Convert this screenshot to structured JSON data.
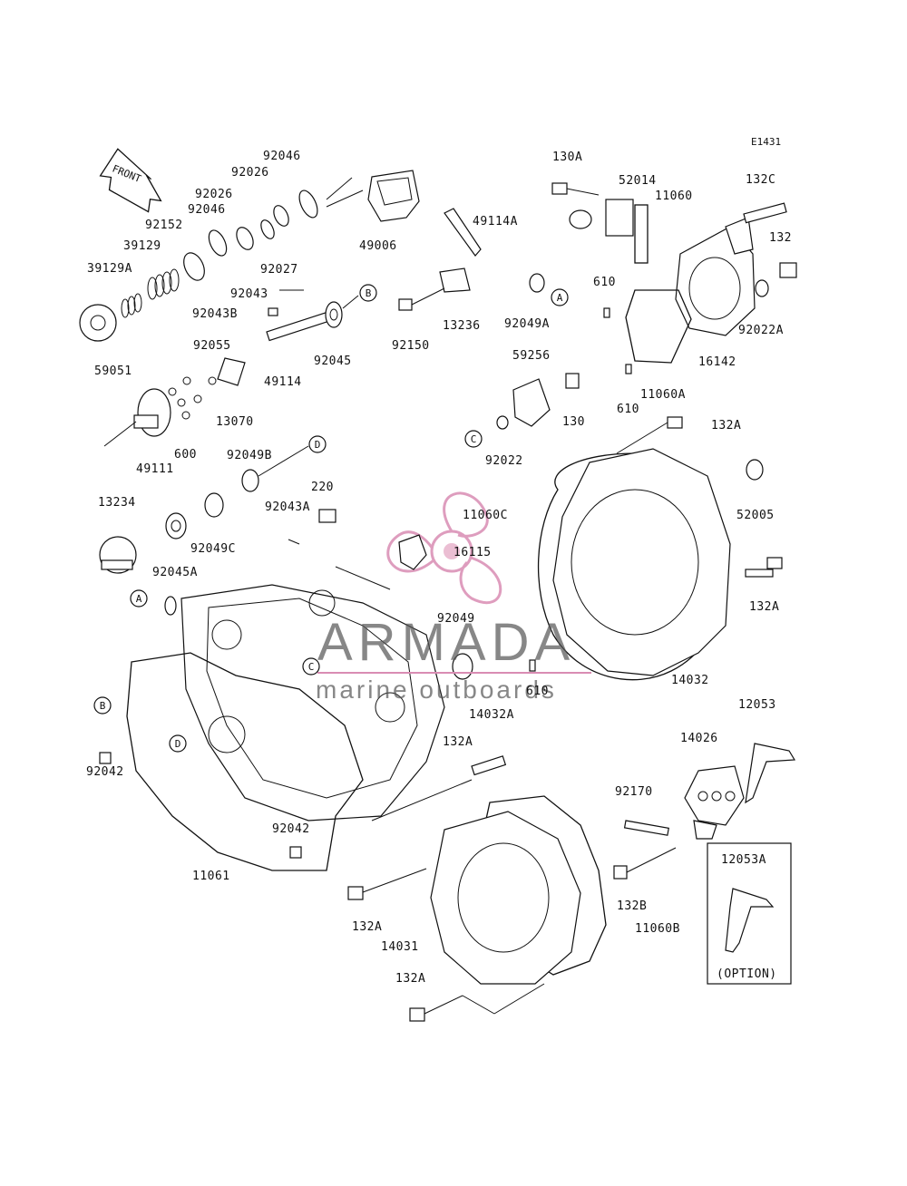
{
  "diagram_code": "E1431",
  "front_arrow_text": "FRONT",
  "option_box_title": "12053A",
  "option_box_note": "(OPTION)",
  "watermark": {
    "brand": "ARMADA",
    "tagline": "marine outboards",
    "logo_color": "#d98cb3"
  },
  "callouts": [
    "A",
    "B",
    "C",
    "D"
  ],
  "part_labels": [
    "92046",
    "92026",
    "92026",
    "92046",
    "92152",
    "39129",
    "39129A",
    "59051",
    "92027",
    "49006",
    "49114A",
    "13236",
    "92150",
    "92043",
    "92043B",
    "92045",
    "49114",
    "92055",
    "13070",
    "600",
    "49111",
    "92049B",
    "220",
    "13234",
    "92043A",
    "92049C",
    "92045A",
    "130A",
    "52014",
    "11060",
    "132C",
    "132",
    "610",
    "92022A",
    "16142",
    "92049A",
    "59256",
    "130",
    "11060A",
    "610",
    "132A",
    "92022",
    "52005",
    "11060C",
    "16115",
    "132A",
    "92049",
    "610",
    "14032",
    "14032A",
    "12053",
    "132A",
    "92042",
    "14026",
    "92170",
    "92042",
    "11061",
    "132B",
    "132A",
    "11060B",
    "14031",
    "132A"
  ]
}
